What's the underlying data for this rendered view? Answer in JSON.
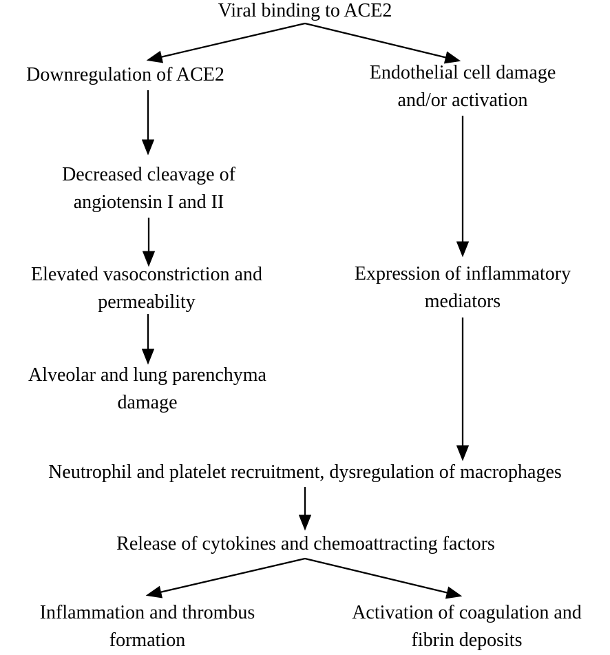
{
  "colors": {
    "background": "#ffffff",
    "text": "#000000",
    "arrow": "#000000"
  },
  "nodes": {
    "viral_binding": {
      "lines": [
        "Viral binding to ACE2"
      ]
    },
    "downregulation": {
      "lines": [
        "Downregulation of ACE2"
      ]
    },
    "endothelial": {
      "lines": [
        "Endothelial cell damage",
        "and/or activation"
      ]
    },
    "decreased_cleavage": {
      "lines": [
        "Decreased cleavage of",
        "angiotensin I and II"
      ]
    },
    "elevated_vasoconstriction": {
      "lines": [
        "Elevated vasoconstriction and",
        "permeability"
      ]
    },
    "expression_mediators": {
      "lines": [
        "Expression of inflammatory",
        "mediators"
      ]
    },
    "alveolar_damage": {
      "lines": [
        "Alveolar and lung parenchyma",
        "damage"
      ]
    },
    "neutrophil_recruitment": {
      "lines": [
        "Neutrophil and platelet recruitment, dysregulation of macrophages"
      ]
    },
    "release_cytokines": {
      "lines": [
        "Release of cytokines and chemoattracting factors"
      ]
    },
    "inflammation_thrombus": {
      "lines": [
        "Inflammation and thrombus",
        "formation"
      ]
    },
    "activation_coagulation": {
      "lines": [
        "Activation of coagulation and",
        "fibrin deposits"
      ]
    }
  },
  "edges": [
    {
      "from": "viral_binding",
      "to": "downregulation"
    },
    {
      "from": "viral_binding",
      "to": "endothelial"
    },
    {
      "from": "downregulation",
      "to": "decreased_cleavage"
    },
    {
      "from": "decreased_cleavage",
      "to": "elevated_vasoconstriction"
    },
    {
      "from": "elevated_vasoconstriction",
      "to": "alveolar_damage"
    },
    {
      "from": "endothelial",
      "to": "expression_mediators"
    },
    {
      "from": "expression_mediators",
      "to": "neutrophil_recruitment"
    },
    {
      "from": "neutrophil_recruitment",
      "to": "release_cytokines"
    },
    {
      "from": "release_cytokines",
      "to": "inflammation_thrombus"
    },
    {
      "from": "release_cytokines",
      "to": "activation_coagulation"
    }
  ]
}
